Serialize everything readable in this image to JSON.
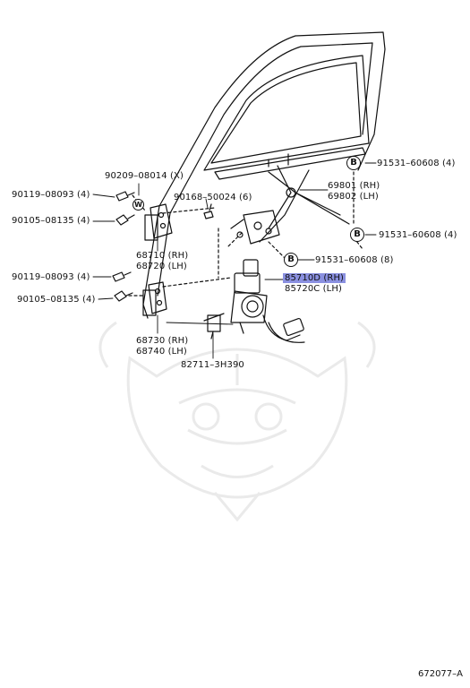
{
  "parts": {
    "p90209": "90209–08014 (X)",
    "p90119_top": "90119–08093 (4)",
    "p90105_top": "90105–08135 (4)",
    "p90168": "90168–50024 (6)",
    "p91531_a": "91531–60608 (4)",
    "p69801": "69801 (RH)",
    "p69802": "69802 (LH)",
    "p91531_b": "91531–60608 (4)",
    "p68710": "68710 (RH)",
    "p68720": "68720 (LH)",
    "p91531_c": "91531–60608 (8)",
    "p90119_bot": "90119–08093 (4)",
    "p85710": "85710D (RH)",
    "p85720": "85720C (LH)",
    "p90105_bot": "90105–08135 (4)",
    "p68730": "68730 (RH)",
    "p68740": "68740 (LH)",
    "p82711": "82711–3H390"
  },
  "markers": {
    "b": "B",
    "w": "W"
  },
  "figure_number": "672077–A",
  "colors": {
    "highlight": "#8a90e0",
    "line": "#111111",
    "watermark": "#ececec"
  }
}
